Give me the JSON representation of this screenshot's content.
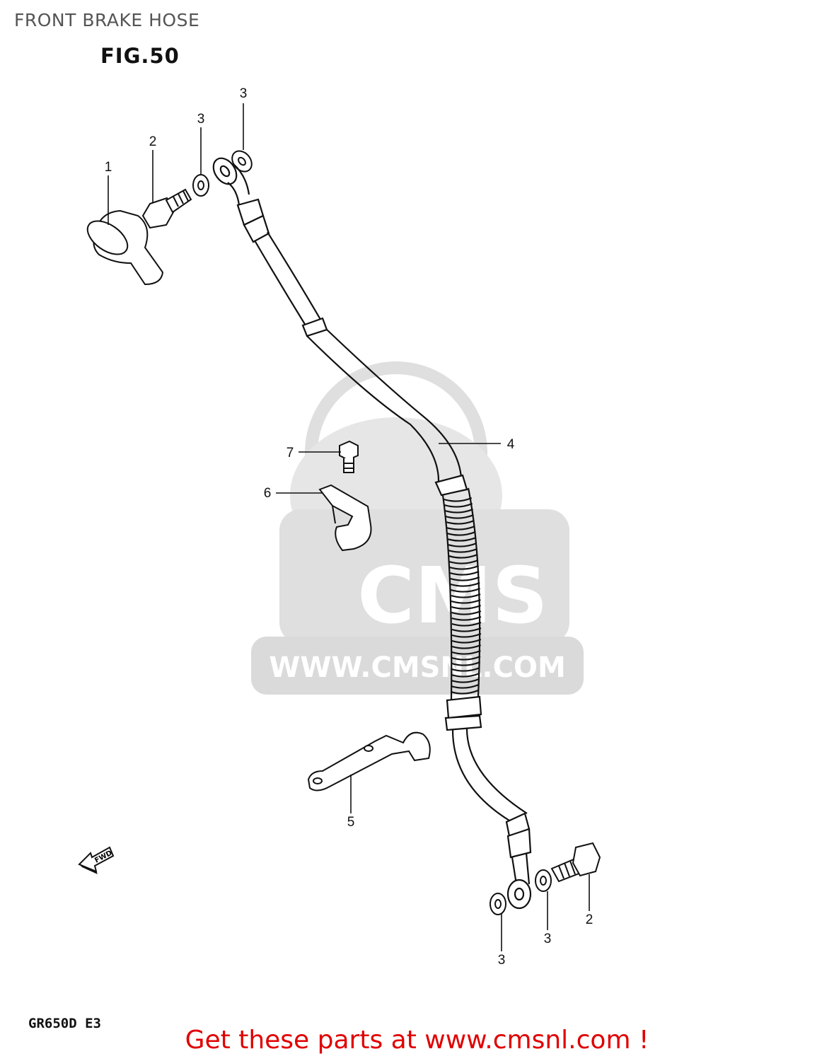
{
  "header": {
    "title": "FRONT BRAKE HOSE",
    "figure": "FIG.50"
  },
  "callouts": {
    "c1": "1",
    "c2": "2",
    "c3": "3",
    "c4": "4",
    "c5": "5",
    "c6": "6",
    "c7": "7"
  },
  "fwd": "FWD",
  "model": "GR650D E3",
  "watermark": {
    "logo": "CMS",
    "url": "WWW.CMSNL.COM"
  },
  "footer": {
    "cta": "Get these parts at www.cmsnl.com !"
  },
  "colors": {
    "line": "#111111",
    "watermark": "#d8d8d8",
    "footer": "#e00000",
    "title": "#555555"
  }
}
